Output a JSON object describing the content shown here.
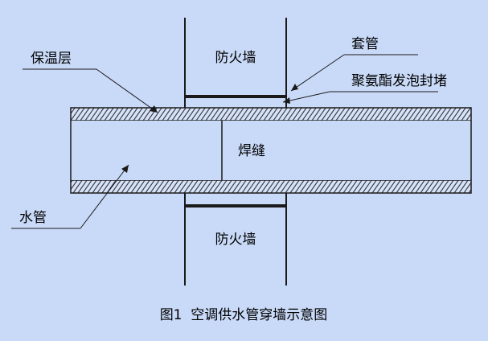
{
  "labels": {
    "fire_wall_top": "防火墙",
    "fire_wall_bottom": "防火墙",
    "insulation": "保温层",
    "sleeve": "套管",
    "foam_seal": "聚氨酯发泡封堵",
    "weld_seam": "焊缝",
    "water_pipe": "水管"
  },
  "caption": "图1  空调供水管穿墙示意图",
  "colors": {
    "background": "#c9daf8",
    "line": "#1a1a1a",
    "hatch": "#2a2a2a"
  }
}
